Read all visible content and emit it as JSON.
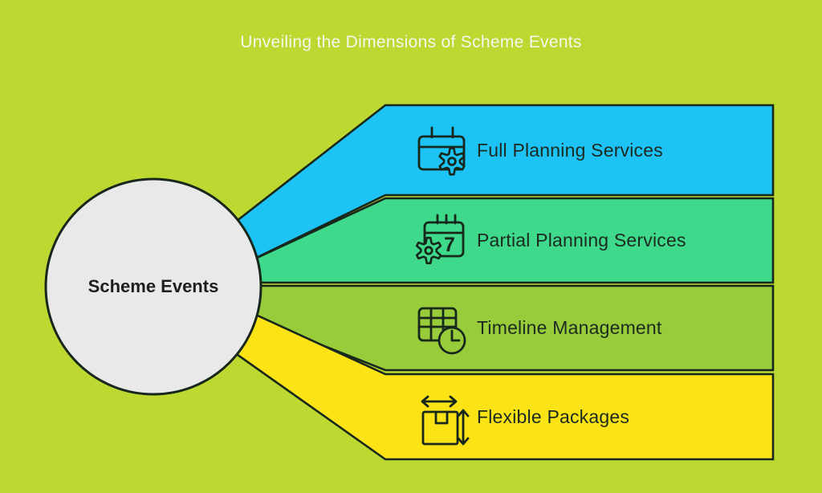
{
  "title": "Unveiling the Dimensions of Scheme Events",
  "center_node": {
    "label": "Scheme Events",
    "fill": "#e9e9e9"
  },
  "colors": {
    "background": "#bdd831",
    "outline": "#17271b",
    "label_text": "#1c2a20",
    "title_text": "#f8f5ee"
  },
  "bands": [
    {
      "label": "Full Planning Services",
      "color": "#1ec3f6",
      "icon": "calendar-gear-icon"
    },
    {
      "label": "Partial Planning Services",
      "color": "#3fd98b",
      "icon": "calendar-week-gear-icon",
      "icon_digit": "7"
    },
    {
      "label": "Timeline Management",
      "color": "#98cc3b",
      "icon": "table-clock-icon"
    },
    {
      "label": "Flexible Packages",
      "color": "#fbe315",
      "icon": "package-resize-icon"
    }
  ]
}
